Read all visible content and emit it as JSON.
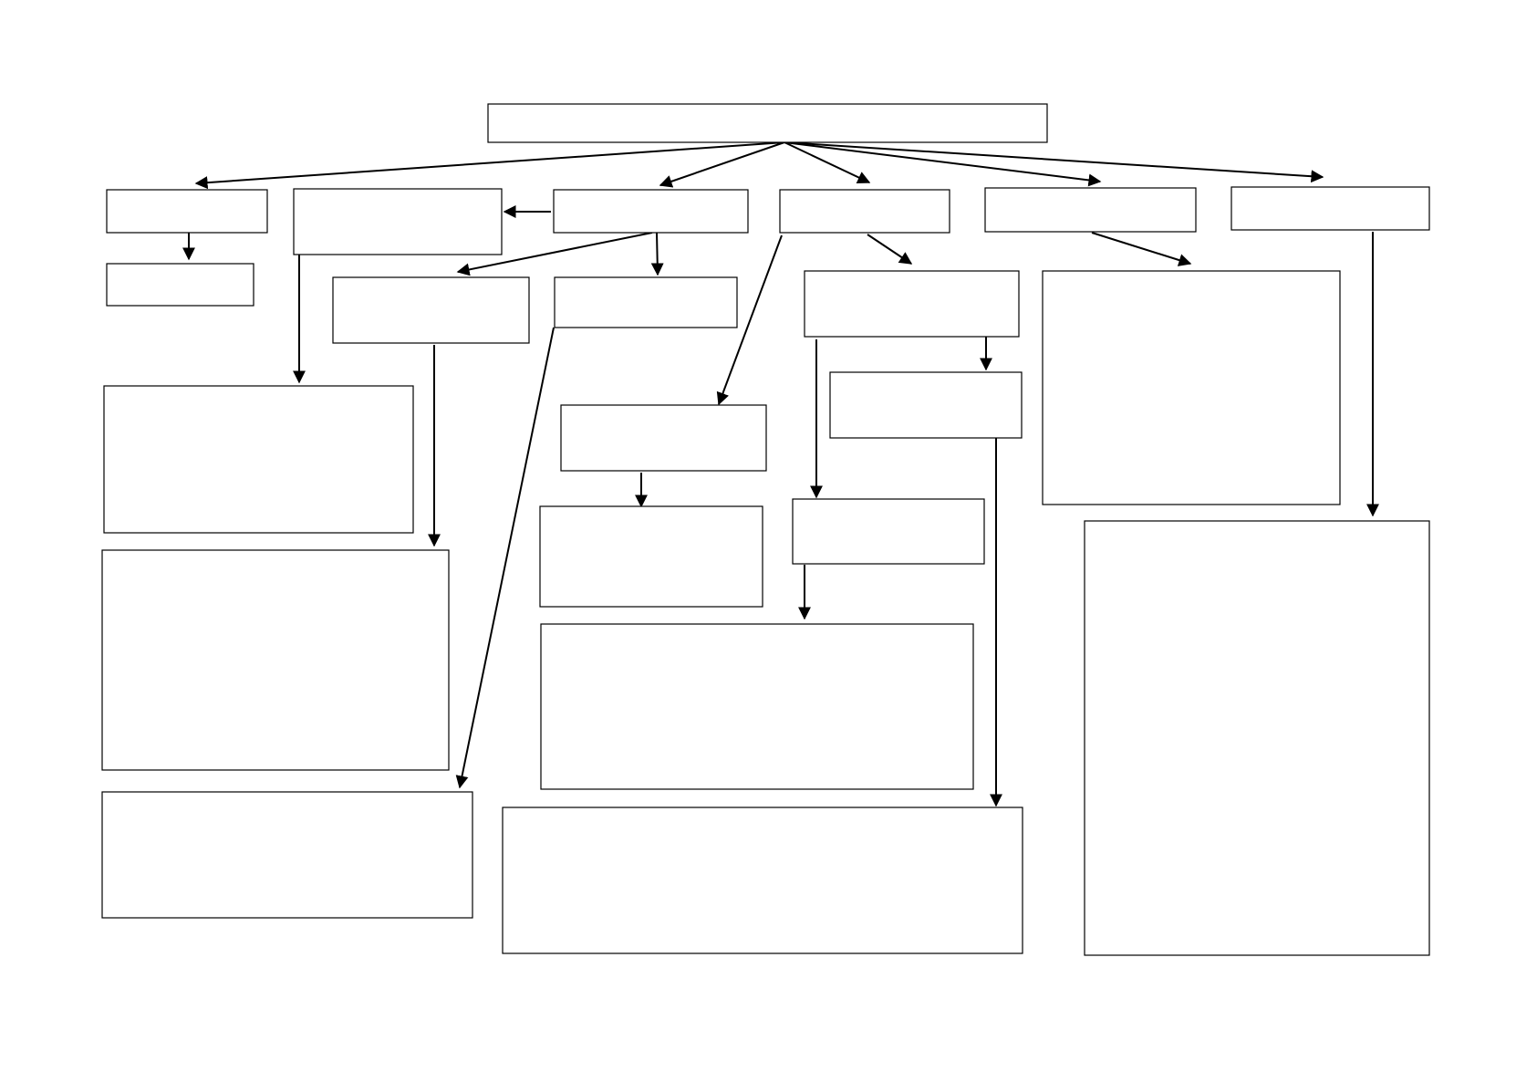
{
  "diagram": {
    "type": "flowchart",
    "description_visible_text": "",
    "nodes": [
      {
        "id": "root",
        "label": ""
      },
      {
        "id": "l1-a",
        "label": ""
      },
      {
        "id": "l1-a-child",
        "label": ""
      },
      {
        "id": "l1-b",
        "label": ""
      },
      {
        "id": "l1-c",
        "label": ""
      },
      {
        "id": "l1-d",
        "label": ""
      },
      {
        "id": "l1-e",
        "label": ""
      },
      {
        "id": "l1-f",
        "label": ""
      },
      {
        "id": "c-left-child",
        "label": ""
      },
      {
        "id": "c-mid-child",
        "label": ""
      },
      {
        "id": "d-child",
        "label": ""
      },
      {
        "id": "d-child-sub",
        "label": ""
      },
      {
        "id": "e-child",
        "label": ""
      },
      {
        "id": "b-child-large",
        "label": ""
      },
      {
        "id": "c-left-grandchild",
        "label": ""
      },
      {
        "id": "d-mid-child",
        "label": ""
      },
      {
        "id": "d-mid-grandchild",
        "label": ""
      },
      {
        "id": "d-left-sub",
        "label": ""
      },
      {
        "id": "d-left-sub-child",
        "label": ""
      },
      {
        "id": "c-mid-far-child",
        "label": ""
      },
      {
        "id": "bottom-wide",
        "label": ""
      },
      {
        "id": "f-child-tall",
        "label": ""
      }
    ],
    "edges": [
      {
        "from": "root",
        "to": "l1-a"
      },
      {
        "from": "root",
        "to": "l1-c"
      },
      {
        "from": "root",
        "to": "l1-d"
      },
      {
        "from": "root",
        "to": "l1-e"
      },
      {
        "from": "root",
        "to": "l1-f"
      },
      {
        "from": "l1-c",
        "to": "l1-b"
      },
      {
        "from": "l1-a",
        "to": "l1-a-child"
      },
      {
        "from": "l1-b",
        "to": "b-child-large"
      },
      {
        "from": "l1-c",
        "to": "c-left-child"
      },
      {
        "from": "l1-c",
        "to": "c-mid-child"
      },
      {
        "from": "c-left-child",
        "to": "c-left-grandchild"
      },
      {
        "from": "c-mid-child",
        "to": "c-mid-far-child"
      },
      {
        "from": "l1-d",
        "to": "d-child"
      },
      {
        "from": "l1-d",
        "to": "d-left-sub"
      },
      {
        "from": "d-child",
        "to": "d-child-sub"
      },
      {
        "from": "d-child",
        "to": "d-mid-child"
      },
      {
        "from": "d-mid-child",
        "to": "d-mid-grandchild"
      },
      {
        "from": "d-left-sub",
        "to": "d-left-sub-child"
      },
      {
        "from": "d-child-sub",
        "to": "bottom-wide"
      },
      {
        "from": "l1-e",
        "to": "e-child"
      },
      {
        "from": "l1-f",
        "to": "f-child-tall"
      }
    ],
    "colors": {
      "background": "#ffffff",
      "stroke": "#000000",
      "box_fill": "#ffffff"
    }
  }
}
